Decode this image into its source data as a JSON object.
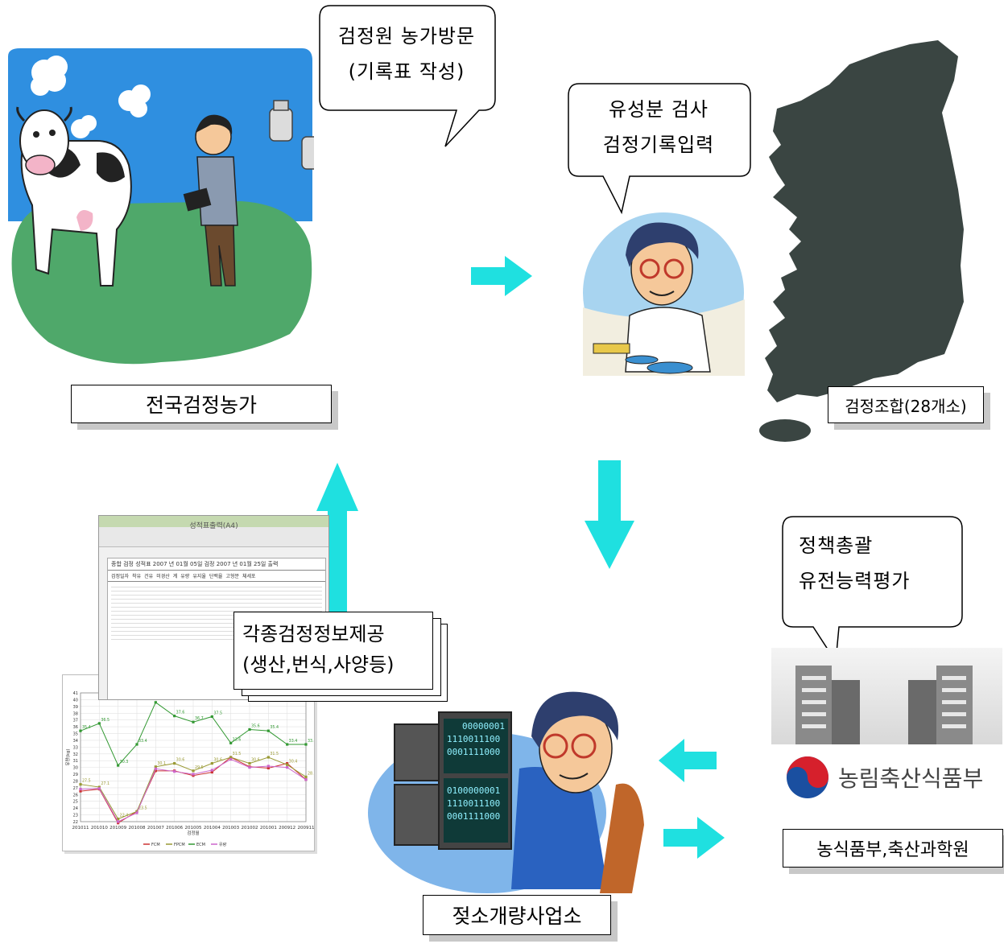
{
  "labels": {
    "farm": "전국검정농가",
    "union": "검정조합(28개소)",
    "ministry": "농식품부,축산과학원",
    "center": "젖소개량사업소"
  },
  "bubbles": {
    "visit_line1": "검정원 농가방문",
    "visit_line2": "(기록표 작성)",
    "lab_line1": "유성분 검사",
    "lab_line2": "검정기록입력",
    "policy_line1": "정책총괄",
    "policy_line2": "유전능력평가"
  },
  "info": {
    "line1": "각종검정정보제공",
    "line2": "(생산,번식,사양등)"
  },
  "ministry_logo_text": "농림축산식품부",
  "screen_code": {
    "line1": "00000001",
    "line2": "1110011100",
    "line3": "0001111000",
    "line4": "0100000001",
    "line5": "1110011100",
    "line6": "0001111000"
  },
  "document": {
    "window_title": "성적표출력(A4)",
    "heading": "종합 검정 성적표 2007 년 01월 05일 검정 2007 년 01월 25일 출력",
    "table_headers": [
      "검정일자",
      "착유",
      "건유",
      "미경산",
      "계",
      "유량",
      "유지율",
      "단백율",
      "고형분",
      "체세포"
    ]
  },
  "chart_data": {
    "type": "line",
    "title": "",
    "xlabel": "검정월",
    "ylabel": "유량(kg)",
    "ylim": [
      22,
      41
    ],
    "categories": [
      "201011",
      "201010",
      "201009",
      "201008",
      "201007",
      "201006",
      "201005",
      "201004",
      "201003",
      "201002",
      "201001",
      "200912",
      "200911"
    ],
    "series": [
      {
        "name": "FCM",
        "values": [
          26.5,
          26.8,
          21.8,
          23.5,
          29.5,
          29.5,
          28.8,
          29.3,
          31.5,
          30.1,
          29.9,
          30.6,
          28.2
        ]
      },
      {
        "name": "FPCM",
        "values": [
          27.5,
          27.1,
          22.4,
          23.5,
          30.1,
          30.6,
          29.5,
          30.6,
          31.5,
          30.6,
          31.5,
          30.4,
          28.6
        ]
      },
      {
        "name": "ECM",
        "values": [
          35.4,
          36.5,
          30.3,
          33.4,
          39.6,
          37.6,
          36.7,
          37.5,
          33.6,
          35.6,
          35.4,
          33.4,
          33.4
        ]
      },
      {
        "name": "유량",
        "values": [
          26.8,
          26.9,
          22.0,
          23.3,
          29.8,
          29.4,
          29.0,
          29.6,
          31.2,
          30.0,
          30.2,
          30.0,
          28.2
        ]
      }
    ],
    "colors": [
      "#cc3333",
      "#999933",
      "#339933",
      "#cc66cc"
    ]
  }
}
